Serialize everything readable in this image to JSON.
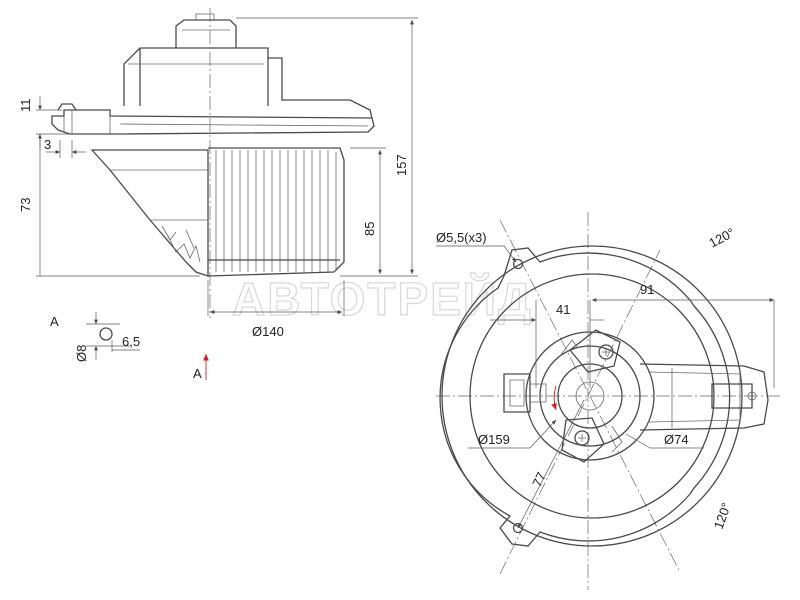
{
  "watermark": "АВТОТРЕЙД",
  "side_view": {
    "dim_11": "11",
    "dim_3": "3",
    "dim_73": "73",
    "dim_85": "85",
    "dim_157": "157",
    "dim_d140": "Ø140"
  },
  "detail_a": {
    "label": "A",
    "dim_d8": "Ø8",
    "dim_6_5": "6,5"
  },
  "view_arrow": {
    "label": "A"
  },
  "front_view": {
    "dim_holes": "Ø5,5(x3)",
    "angle_top": "120°",
    "angle_bottom": "120°",
    "dim_41": "41",
    "dim_91": "91",
    "dim_d159": "Ø159",
    "dim_d74": "Ø74",
    "dim_77": "77"
  },
  "colors": {
    "line": "#4a4a4a",
    "arrow": "#d21e1e"
  }
}
